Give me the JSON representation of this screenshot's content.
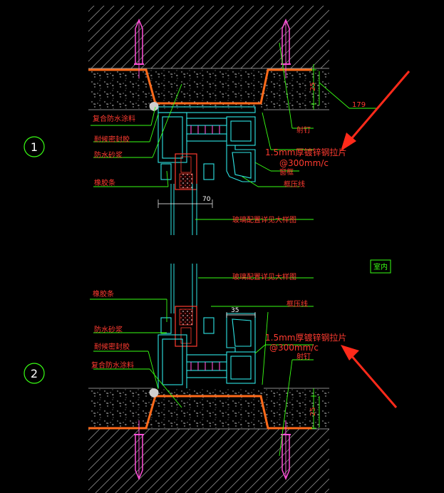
{
  "colors": {
    "background": "#000000",
    "hatch": "#9a9a9a",
    "label": "#ff3b30",
    "leader": "#39ff14",
    "frame": "#2ee6e6",
    "steel": "#ff6a1a",
    "anchor": "#ff4fd8",
    "arrow": "#ff2a1a",
    "room_tag": "#39ff14"
  },
  "detail_1": {
    "number": "1",
    "labels": {
      "coating": "复合防水涂料",
      "sealant": "耐候密封胶",
      "mortar": "防水砂浆",
      "glazing_strip": "橡胶条",
      "anchor": "射钉",
      "steel_tab": "1.5mm厚镀锌钢拉片",
      "steel_spacing": "@300mm/c",
      "window_frame": "窗框",
      "bead": "框压线",
      "glass_note": "玻璃配置详见大样图"
    },
    "dims": {
      "depth": "25",
      "offset": "179",
      "width": "70"
    }
  },
  "detail_2": {
    "number": "2",
    "labels": {
      "coating": "复合防水涂料",
      "sealant": "耐候密封胶",
      "mortar": "防水砂浆",
      "glazing_strip": "橡胶条",
      "anchor": "射钉",
      "steel_tab": "1.5mm厚镀锌钢拉片",
      "steel_spacing": "@300mm/c",
      "bead": "框压线",
      "glass_note": "玻璃配置详见大样图"
    },
    "dims": {
      "depth": "25",
      "bead_width": "35"
    }
  },
  "room_tag": "室内"
}
